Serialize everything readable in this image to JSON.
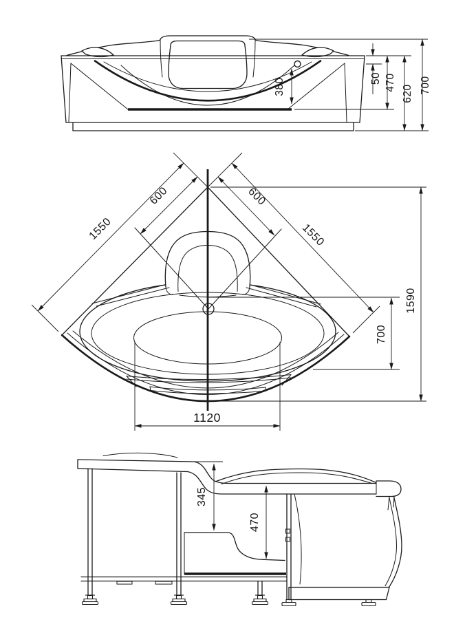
{
  "drawing": {
    "type": "corner-bathtub-dimension-drawing",
    "theme": {
      "line": "#1a1a1a",
      "background": "#ffffff"
    },
    "dims": {
      "front_50": "50",
      "front_380": "380",
      "front_470": "470",
      "front_620": "620",
      "front_700": "700",
      "plan_600_left": "600",
      "plan_600_right": "600",
      "plan_1550_left": "1550",
      "plan_1550_right": "1550",
      "plan_1590": "1590",
      "plan_700": "700",
      "plan_1120": "1120",
      "side_345": "345",
      "side_470": "470"
    }
  }
}
